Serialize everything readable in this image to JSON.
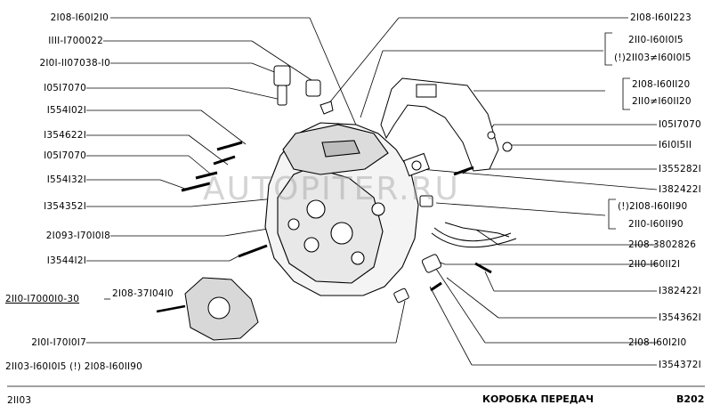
{
  "diagram": {
    "title": "КОРОБКА ПЕРЕДАЧ",
    "page_code": "В202",
    "model_code": "2II03",
    "watermark": "AUTOPITER.RU"
  },
  "labels_left": [
    "2I08-I60I2I0",
    "IIII-I700022",
    "2I0I-II07038-I0",
    "I05I7070",
    "I554I02I",
    "I354622I",
    "I05I7070",
    "I554I32I",
    "I354352I",
    "2I093-I70I0I8",
    "I3544I2I",
    "2II0-I7000I0-30",
    "2I08-37I04I0",
    "2I0I-I70I0I7",
    "2II03-I60I0I5 (!) 2I08-I60II90"
  ],
  "labels_right": [
    "2I08-I60I223",
    "2II0-I60I0I5",
    "(!)2II03≠I60I0I5",
    "2I08-I60II20",
    "2II0≠I60II20",
    "I05I7070",
    "I6I0I5II",
    "I355282I",
    "I382422I",
    "(!)2I08-I60II90",
    "2II0-I60II90",
    "2I08-3802826",
    "2II0-I60II2I",
    "I382422I",
    "I354362I",
    "2I08-I60I2I0",
    "I354372I"
  ]
}
